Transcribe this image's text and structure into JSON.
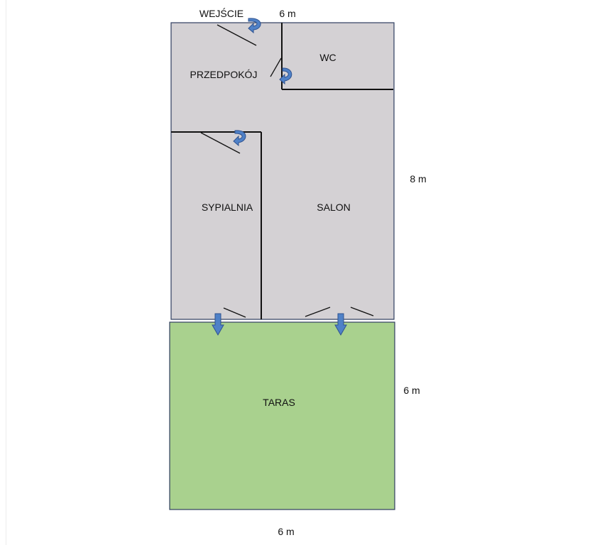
{
  "rooms": {
    "entrance": "WEJŚCIE",
    "hallway": "PRZEDPOKÓJ",
    "wc": "WC",
    "bedroom": "SYPIALNIA",
    "living_room": "SALON",
    "terrace": "TARAS"
  },
  "dimensions": {
    "house_width": "6 m",
    "house_depth": "8 m",
    "terrace_depth": "6 m",
    "terrace_width": "6 m"
  },
  "colors": {
    "house_fill": "#d4d1d4",
    "terrace_fill": "#a9d18e",
    "outline": "#2f3e5f",
    "wall": "#111111",
    "arrow_fill": "#4f81c7",
    "arrow_stroke": "#2f528f"
  },
  "icons": {
    "door_arrow": "curved-arrow-icon",
    "exit_arrow": "down-arrow-icon"
  }
}
